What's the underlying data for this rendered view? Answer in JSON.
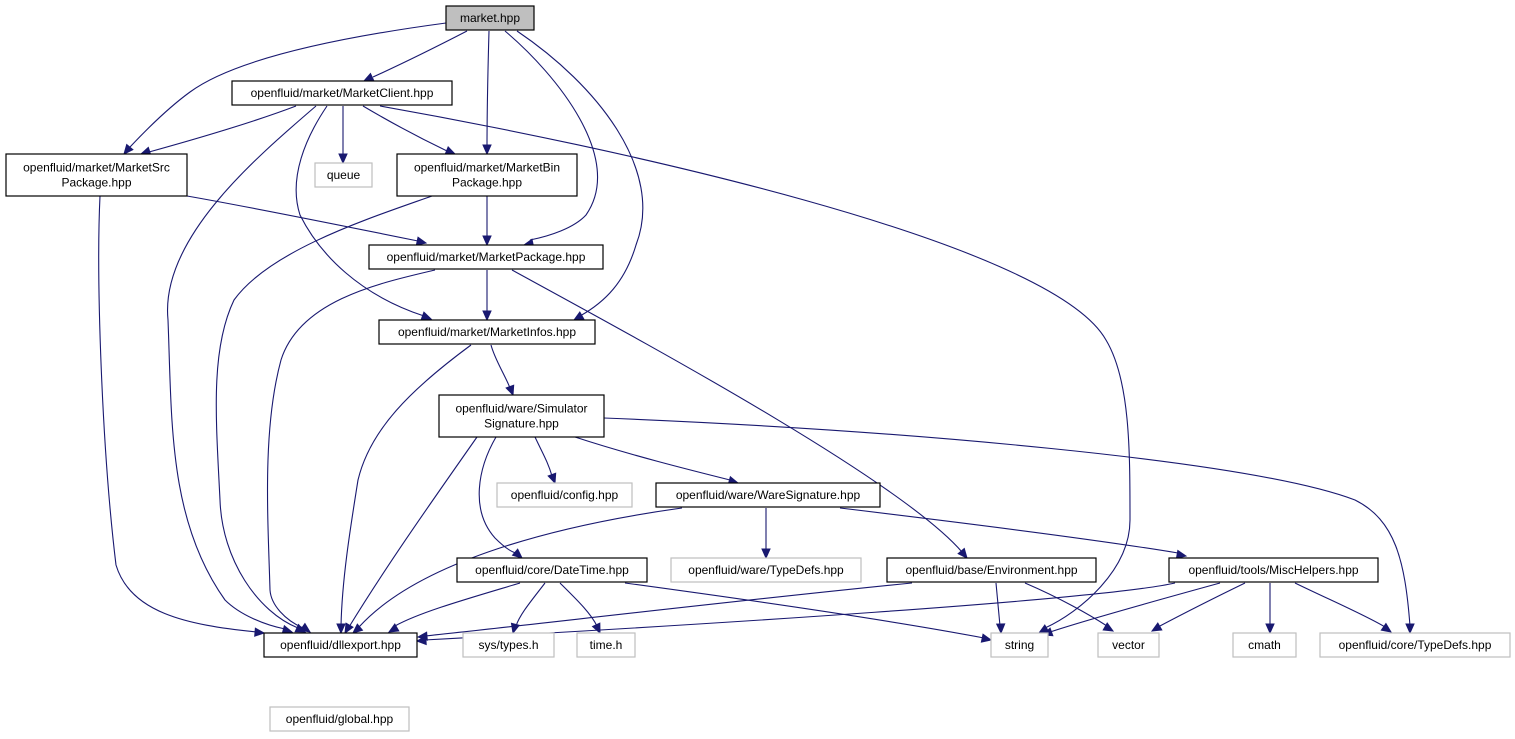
{
  "graph": {
    "colors": {
      "edge": "#191970",
      "documented_border": "#000000",
      "external_border": "#bfbfbf",
      "root_fill": "#bfbfbf",
      "node_fill": "#ffffff"
    },
    "nodes": [
      {
        "id": "market_hpp",
        "lines": [
          "market.hpp"
        ],
        "kind": "main"
      },
      {
        "id": "market_client",
        "lines": [
          "openfluid/market/MarketClient.hpp"
        ],
        "kind": "doc"
      },
      {
        "id": "market_src_package",
        "lines": [
          "openfluid/market/MarketSrc",
          "Package.hpp"
        ],
        "kind": "doc"
      },
      {
        "id": "queue",
        "lines": [
          "queue"
        ],
        "kind": "ext"
      },
      {
        "id": "market_bin_package",
        "lines": [
          "openfluid/market/MarketBin",
          "Package.hpp"
        ],
        "kind": "doc"
      },
      {
        "id": "market_package",
        "lines": [
          "openfluid/market/MarketPackage.hpp"
        ],
        "kind": "doc"
      },
      {
        "id": "market_infos",
        "lines": [
          "openfluid/market/MarketInfos.hpp"
        ],
        "kind": "doc"
      },
      {
        "id": "simulator_signature",
        "lines": [
          "openfluid/ware/Simulator",
          "Signature.hpp"
        ],
        "kind": "doc"
      },
      {
        "id": "config",
        "lines": [
          "openfluid/config.hpp"
        ],
        "kind": "ext"
      },
      {
        "id": "ware_signature",
        "lines": [
          "openfluid/ware/WareSignature.hpp"
        ],
        "kind": "doc"
      },
      {
        "id": "ware_typedefs",
        "lines": [
          "openfluid/ware/TypeDefs.hpp"
        ],
        "kind": "ext"
      },
      {
        "id": "datetime",
        "lines": [
          "openfluid/core/DateTime.hpp"
        ],
        "kind": "doc"
      },
      {
        "id": "environment",
        "lines": [
          "openfluid/base/Environment.hpp"
        ],
        "kind": "doc"
      },
      {
        "id": "mischelpers",
        "lines": [
          "openfluid/tools/MiscHelpers.hpp"
        ],
        "kind": "doc"
      },
      {
        "id": "dllexport",
        "lines": [
          "openfluid/dllexport.hpp"
        ],
        "kind": "doc"
      },
      {
        "id": "sys_types",
        "lines": [
          "sys/types.h"
        ],
        "kind": "ext"
      },
      {
        "id": "time_h",
        "lines": [
          "time.h"
        ],
        "kind": "ext"
      },
      {
        "id": "string",
        "lines": [
          "string"
        ],
        "kind": "ext"
      },
      {
        "id": "vector",
        "lines": [
          "vector"
        ],
        "kind": "ext"
      },
      {
        "id": "cmath",
        "lines": [
          "cmath"
        ],
        "kind": "ext"
      },
      {
        "id": "core_typedefs",
        "lines": [
          "openfluid/core/TypeDefs.hpp"
        ],
        "kind": "ext"
      },
      {
        "id": "global",
        "lines": [
          "openfluid/global.hpp"
        ],
        "kind": "ext"
      }
    ],
    "edges": [
      {
        "from": "market_hpp",
        "to": "market_client"
      },
      {
        "from": "market_hpp",
        "to": "market_src_package"
      },
      {
        "from": "market_hpp",
        "to": "market_bin_package"
      },
      {
        "from": "market_hpp",
        "to": "market_package"
      },
      {
        "from": "market_hpp",
        "to": "market_infos"
      },
      {
        "from": "market_client",
        "to": "market_src_package"
      },
      {
        "from": "market_client",
        "to": "queue"
      },
      {
        "from": "market_client",
        "to": "market_bin_package"
      },
      {
        "from": "market_client",
        "to": "market_infos"
      },
      {
        "from": "market_client",
        "to": "dllexport"
      },
      {
        "from": "market_client",
        "to": "string"
      },
      {
        "from": "market_src_package",
        "to": "market_package"
      },
      {
        "from": "market_src_package",
        "to": "dllexport"
      },
      {
        "from": "market_bin_package",
        "to": "market_package"
      },
      {
        "from": "market_bin_package",
        "to": "dllexport"
      },
      {
        "from": "market_package",
        "to": "market_infos"
      },
      {
        "from": "market_package",
        "to": "dllexport"
      },
      {
        "from": "market_package",
        "to": "environment"
      },
      {
        "from": "market_infos",
        "to": "simulator_signature"
      },
      {
        "from": "market_infos",
        "to": "dllexport"
      },
      {
        "from": "simulator_signature",
        "to": "config"
      },
      {
        "from": "simulator_signature",
        "to": "ware_signature"
      },
      {
        "from": "simulator_signature",
        "to": "datetime"
      },
      {
        "from": "simulator_signature",
        "to": "dllexport"
      },
      {
        "from": "simulator_signature",
        "to": "core_typedefs"
      },
      {
        "from": "ware_signature",
        "to": "ware_typedefs"
      },
      {
        "from": "ware_signature",
        "to": "mischelpers"
      },
      {
        "from": "ware_signature",
        "to": "dllexport"
      },
      {
        "from": "datetime",
        "to": "dllexport"
      },
      {
        "from": "datetime",
        "to": "sys_types"
      },
      {
        "from": "datetime",
        "to": "time_h"
      },
      {
        "from": "datetime",
        "to": "string"
      },
      {
        "from": "environment",
        "to": "dllexport"
      },
      {
        "from": "environment",
        "to": "string"
      },
      {
        "from": "environment",
        "to": "vector"
      },
      {
        "from": "mischelpers",
        "to": "dllexport"
      },
      {
        "from": "mischelpers",
        "to": "string"
      },
      {
        "from": "mischelpers",
        "to": "vector"
      },
      {
        "from": "mischelpers",
        "to": "cmath"
      },
      {
        "from": "mischelpers",
        "to": "core_typedefs"
      },
      {
        "from": "dllexport",
        "to": "global"
      }
    ]
  }
}
